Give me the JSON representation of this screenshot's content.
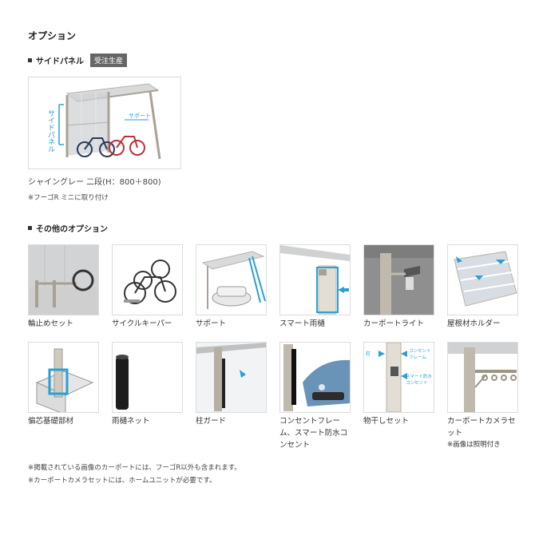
{
  "page_title": "オプション",
  "side_panel": {
    "heading": "サイドパネル",
    "badge": "受注生産",
    "photo_labels": {
      "panel": "サイドパネル",
      "support": "サポート"
    },
    "caption": "シャイングレー 二段(H：800＋800)",
    "note": "※フーゴR ミニに取り付け"
  },
  "other_options": {
    "heading": "その他のオプション",
    "items": [
      {
        "label": "輪止めセット"
      },
      {
        "label": "サイクルキーパー"
      },
      {
        "label": "サポート"
      },
      {
        "label": "スマート雨樋"
      },
      {
        "label": "カーポートライト"
      },
      {
        "label": "屋根材ホルダー"
      },
      {
        "label": "偏芯基礎部材"
      },
      {
        "label": "雨樋ネット"
      },
      {
        "label": "柱ガード"
      },
      {
        "label": "コンセントフレーム、スマート防水コンセント",
        "lines": [
          "コンセントフレー",
          "ム、スマート防水コ",
          "ンセント"
        ]
      },
      {
        "label": "物干しセット"
      },
      {
        "label": "カーポートカメラセット",
        "lines": [
          "カーポートカメラセ",
          "ット"
        ],
        "sub": "※画像は照明付き"
      }
    ],
    "outlet_labels": {
      "pillar": "柱",
      "frame1": "コンセント",
      "frame2": "フレーム",
      "plug1": "スマート防水",
      "plug2": "コンセント"
    }
  },
  "footnotes": [
    "※掲載されている画像のカーポートには、フーゴR以外も含まれます。",
    "※カーポートカメラセットには、ホームユニットが必要です。"
  ],
  "colors": {
    "accent_blue": "#2a9fd6",
    "frame_gray": "#b9b2a6",
    "badge_bg": "#666666"
  }
}
